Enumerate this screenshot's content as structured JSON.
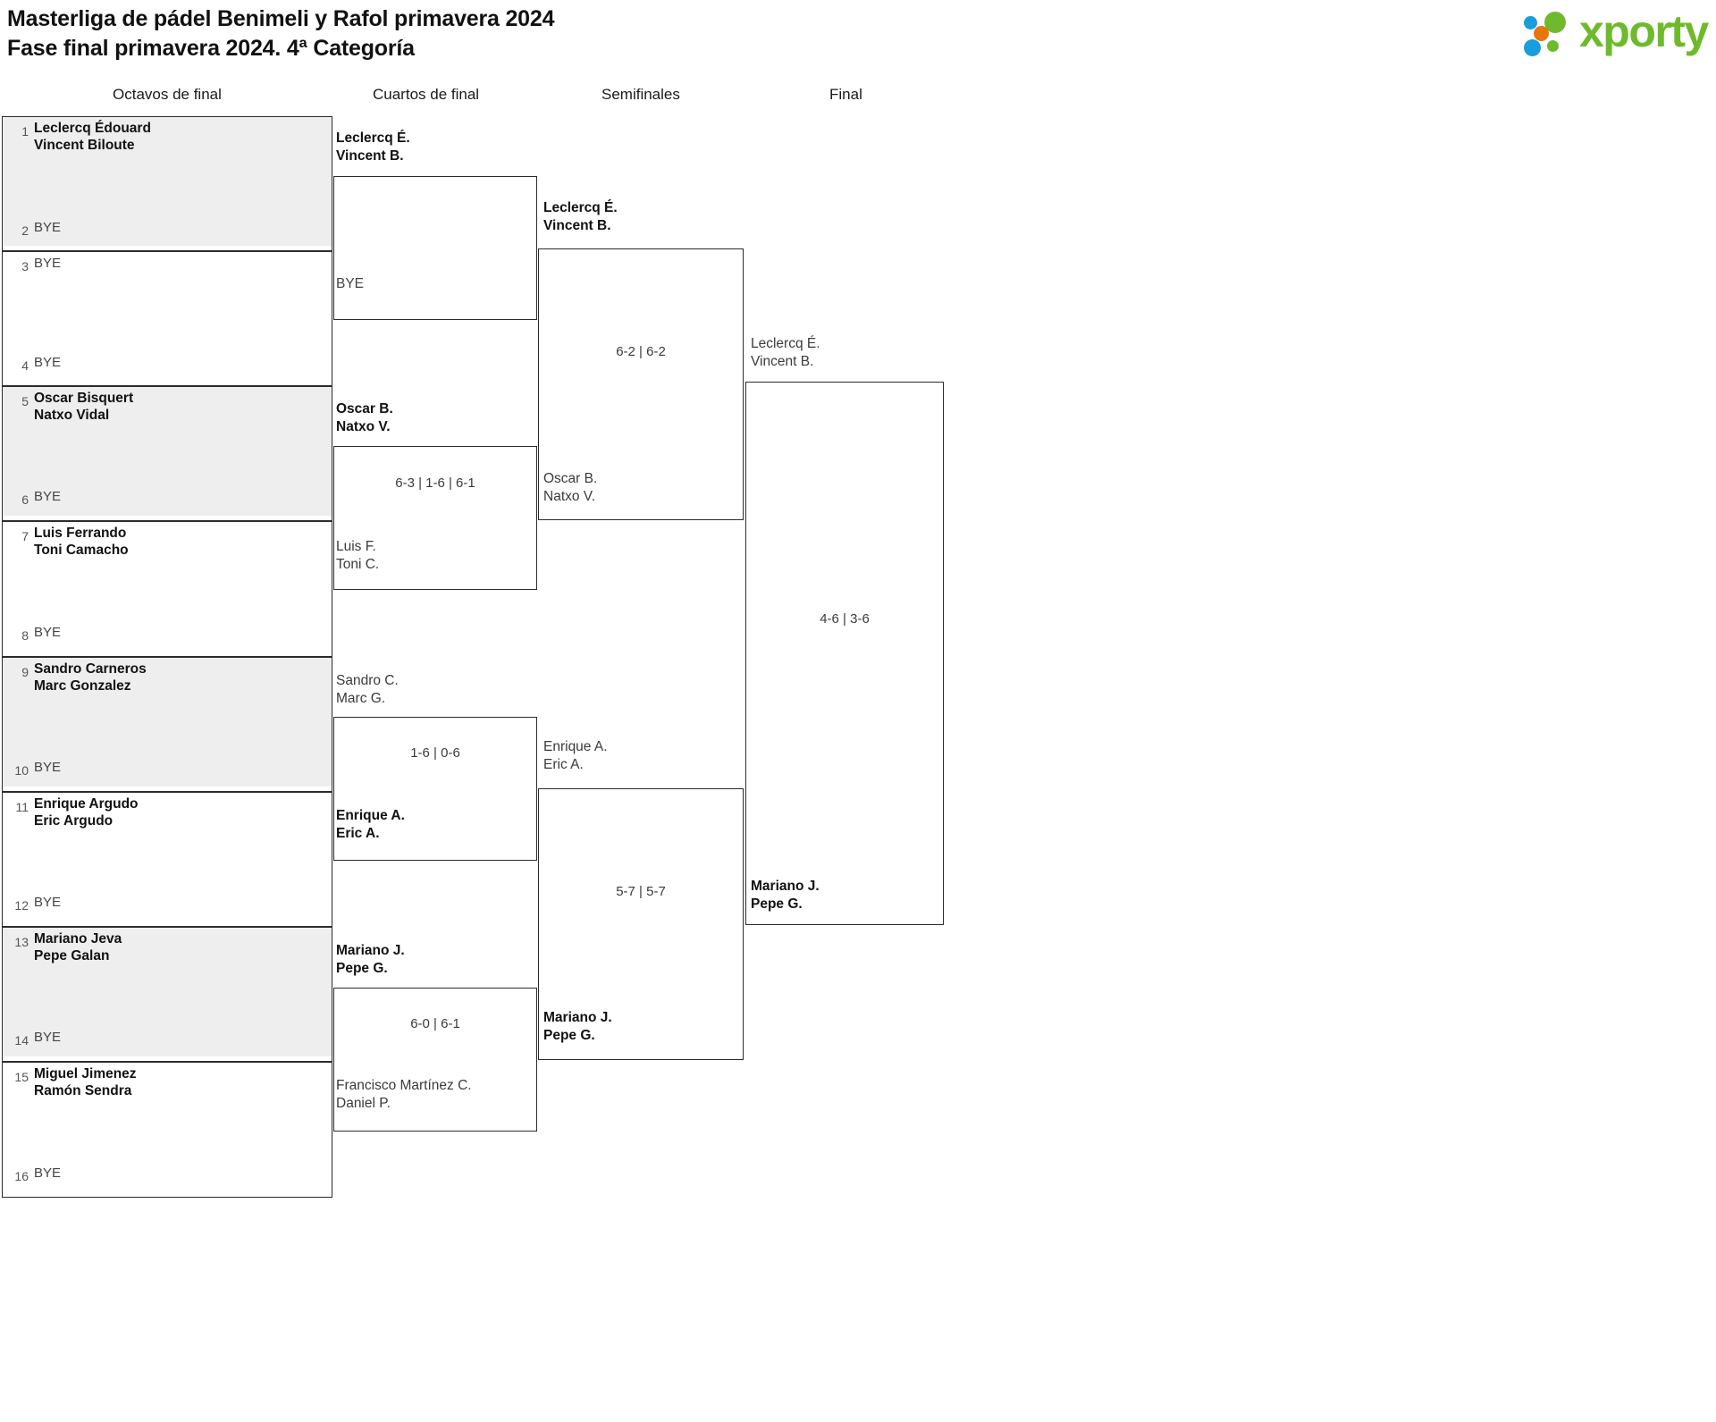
{
  "header": {
    "title_line1": "Masterliga de pádel Benimeli y Rafol primavera 2024",
    "title_line2": "Fase final primavera 2024. 4ª Categoría",
    "logo_text": "xporty",
    "logo_colors": {
      "green": "#6fba2c",
      "blue": "#1a9ddb",
      "orange": "#e8760c"
    }
  },
  "rounds": [
    {
      "label": "Octavos de final"
    },
    {
      "label": "Cuartos de final"
    },
    {
      "label": "Semifinales"
    },
    {
      "label": "Final"
    }
  ],
  "bye_label": "BYE",
  "r16": [
    {
      "seed": "1",
      "line1": "Leclercq Édouard",
      "line2": "Vincent Biloute",
      "state": "win"
    },
    {
      "seed": "2",
      "line1": "BYE",
      "line2": "",
      "state": "bye"
    },
    {
      "seed": "3",
      "line1": "BYE",
      "line2": "",
      "state": "bye"
    },
    {
      "seed": "4",
      "line1": "BYE",
      "line2": "",
      "state": "bye"
    },
    {
      "seed": "5",
      "line1": "Oscar Bisquert",
      "line2": "Natxo Vidal",
      "state": "win"
    },
    {
      "seed": "6",
      "line1": "BYE",
      "line2": "",
      "state": "bye"
    },
    {
      "seed": "7",
      "line1": "Luis Ferrando",
      "line2": "Toni Camacho",
      "state": "win"
    },
    {
      "seed": "8",
      "line1": "BYE",
      "line2": "",
      "state": "bye"
    },
    {
      "seed": "9",
      "line1": "Sandro Carneros",
      "line2": "Marc Gonzalez",
      "state": "win"
    },
    {
      "seed": "10",
      "line1": "BYE",
      "line2": "",
      "state": "bye"
    },
    {
      "seed": "11",
      "line1": "Enrique Argudo",
      "line2": "Eric Argudo",
      "state": "win"
    },
    {
      "seed": "12",
      "line1": "BYE",
      "line2": "",
      "state": "bye"
    },
    {
      "seed": "13",
      "line1": "Mariano Jeva",
      "line2": "Pepe Galan",
      "state": "win"
    },
    {
      "seed": "14",
      "line1": "BYE",
      "line2": "",
      "state": "bye"
    },
    {
      "seed": "15",
      "line1": "Miguel Jimenez",
      "line2": "Ramón Sendra",
      "state": "win"
    },
    {
      "seed": "16",
      "line1": "BYE",
      "line2": "",
      "state": "bye"
    }
  ],
  "quarters": [
    {
      "top": {
        "line1": "Leclercq É.",
        "line2": "Vincent B.",
        "state": "win"
      },
      "bottom": {
        "line1": "BYE",
        "line2": "",
        "state": "bye"
      },
      "score": ""
    },
    {
      "top": {
        "line1": "Oscar B.",
        "line2": "Natxo V.",
        "state": "win"
      },
      "bottom": {
        "line1": "Luis F.",
        "line2": "Toni C.",
        "state": "lose"
      },
      "score": "6-3 | 1-6 | 6-1"
    },
    {
      "top": {
        "line1": "Sandro C.",
        "line2": "Marc G.",
        "state": "lose"
      },
      "bottom": {
        "line1": "Enrique A.",
        "line2": "Eric A.",
        "state": "win"
      },
      "score": "1-6 | 0-6"
    },
    {
      "top": {
        "line1": "Mariano J.",
        "line2": "Pepe G.",
        "state": "win"
      },
      "bottom": {
        "line1": "Francisco Martínez C.",
        "line2": "Daniel P.",
        "state": "lose"
      },
      "score": "6-0 | 6-1"
    }
  ],
  "semis": [
    {
      "top": {
        "line1": "Leclercq É.",
        "line2": "Vincent B.",
        "state": "win"
      },
      "bottom": {
        "line1": "Oscar B.",
        "line2": "Natxo V.",
        "state": "lose"
      },
      "score": "6-2 | 6-2"
    },
    {
      "top": {
        "line1": "Enrique A.",
        "line2": "Eric A.",
        "state": "lose"
      },
      "bottom": {
        "line1": "Mariano J.",
        "line2": "Pepe G.",
        "state": "win"
      },
      "score": "5-7 | 5-7"
    }
  ],
  "final": {
    "top": {
      "line1": "Leclercq É.",
      "line2": "Vincent B.",
      "state": "lose"
    },
    "bottom": {
      "line1": "Mariano J.",
      "line2": "Pepe G.",
      "state": "win"
    },
    "score": "4-6 | 3-6"
  }
}
